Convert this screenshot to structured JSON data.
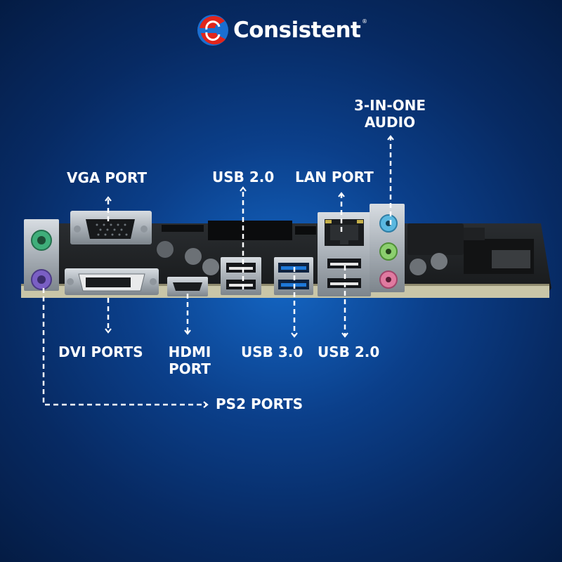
{
  "brand": {
    "name": "Consistent",
    "registered": "®"
  },
  "labels": {
    "vga_port": "VGA PORT",
    "usb20_top": "USB 2.0",
    "lan_port": "LAN PORT",
    "audio_line1": "3-IN-ONE",
    "audio_line2": "AUDIO",
    "dvi_ports": "DVI PORTS",
    "hdmi_line1": "HDMI",
    "hdmi_line2": "PORT",
    "usb30": "USB 3.0",
    "usb20_bottom": "USB 2.0",
    "ps2_ports": "PS2 PORTS"
  },
  "colors": {
    "background_center": "#1466c4",
    "background_edge": "#041a40",
    "label_text": "#ffffff",
    "logo_red": "#e1251b",
    "logo_blue": "#1b6fd1",
    "ps2_green": "#3fae7a",
    "ps2_purple": "#7a5fc4",
    "usb3_blue": "#1e78d8",
    "audio_blue": "#5ab8e0",
    "audio_green": "#8ccf6e",
    "audio_pink": "#e07aa0"
  }
}
